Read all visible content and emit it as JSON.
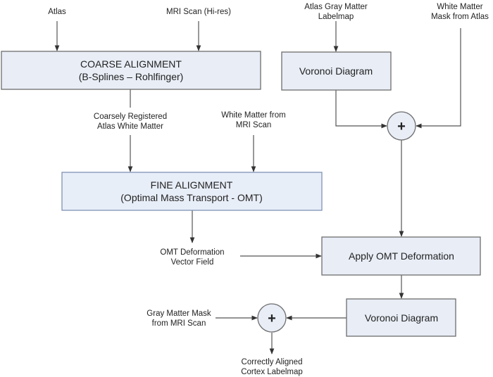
{
  "boxes": {
    "coarse_alignment": {
      "line1": "COARSE ALIGNMENT",
      "line2": "(B-Splines – Rohlfinger)"
    },
    "fine_alignment": {
      "line1": "FINE ALIGNMENT",
      "line2": "(Optimal Mass Transport - OMT)"
    },
    "voronoi_top": {
      "line1": "Voronoi Diagram"
    },
    "apply_omt": {
      "line1": "Apply OMT Deformation"
    },
    "voronoi_bottom": {
      "line1": "Voronoi Diagram"
    }
  },
  "nodes": {
    "sum_top": {
      "symbol": "+"
    },
    "sum_bottom": {
      "symbol": "+"
    }
  },
  "labels": {
    "atlas": {
      "line1": "Atlas"
    },
    "mri_scan": {
      "line1": "MRI Scan (Hi-res)"
    },
    "atlas_gray_matter": {
      "line1": "Atlas Gray Matter",
      "line2": "Labelmap"
    },
    "white_matter_mask_atlas": {
      "line1": "White Matter",
      "line2": "Mask from Atlas"
    },
    "coarsely_registered": {
      "line1": "Coarsely Registered",
      "line2": "Atlas White Matter"
    },
    "white_matter_mri": {
      "line1": "White Matter from",
      "line2": "MRI Scan"
    },
    "omt_vector_field": {
      "line1": "OMT Deformation",
      "line2": "Vector Field"
    },
    "gray_matter_mask_mri": {
      "line1": "Gray Matter Mask",
      "line2": "from MRI Scan"
    },
    "correctly_aligned": {
      "line1": "Correctly Aligned",
      "line2": "Cortex Labelmap"
    }
  },
  "edges": [
    {
      "from": "atlas",
      "to": "coarse_alignment"
    },
    {
      "from": "mri_scan",
      "to": "coarse_alignment"
    },
    {
      "from": "coarse_alignment",
      "to": "coarsely_registered"
    },
    {
      "from": "coarsely_registered",
      "to": "fine_alignment"
    },
    {
      "from": "white_matter_mri",
      "to": "fine_alignment"
    },
    {
      "from": "fine_alignment",
      "to": "omt_vector_field"
    },
    {
      "from": "omt_vector_field",
      "to": "apply_omt"
    },
    {
      "from": "atlas_gray_matter",
      "to": "voronoi_top"
    },
    {
      "from": "voronoi_top",
      "to": "sum_top"
    },
    {
      "from": "white_matter_mask_atlas",
      "to": "sum_top"
    },
    {
      "from": "sum_top",
      "to": "apply_omt"
    },
    {
      "from": "apply_omt",
      "to": "voronoi_bottom"
    },
    {
      "from": "voronoi_bottom",
      "to": "sum_bottom"
    },
    {
      "from": "gray_matter_mask_mri",
      "to": "sum_bottom"
    },
    {
      "from": "sum_bottom",
      "to": "correctly_aligned"
    }
  ]
}
